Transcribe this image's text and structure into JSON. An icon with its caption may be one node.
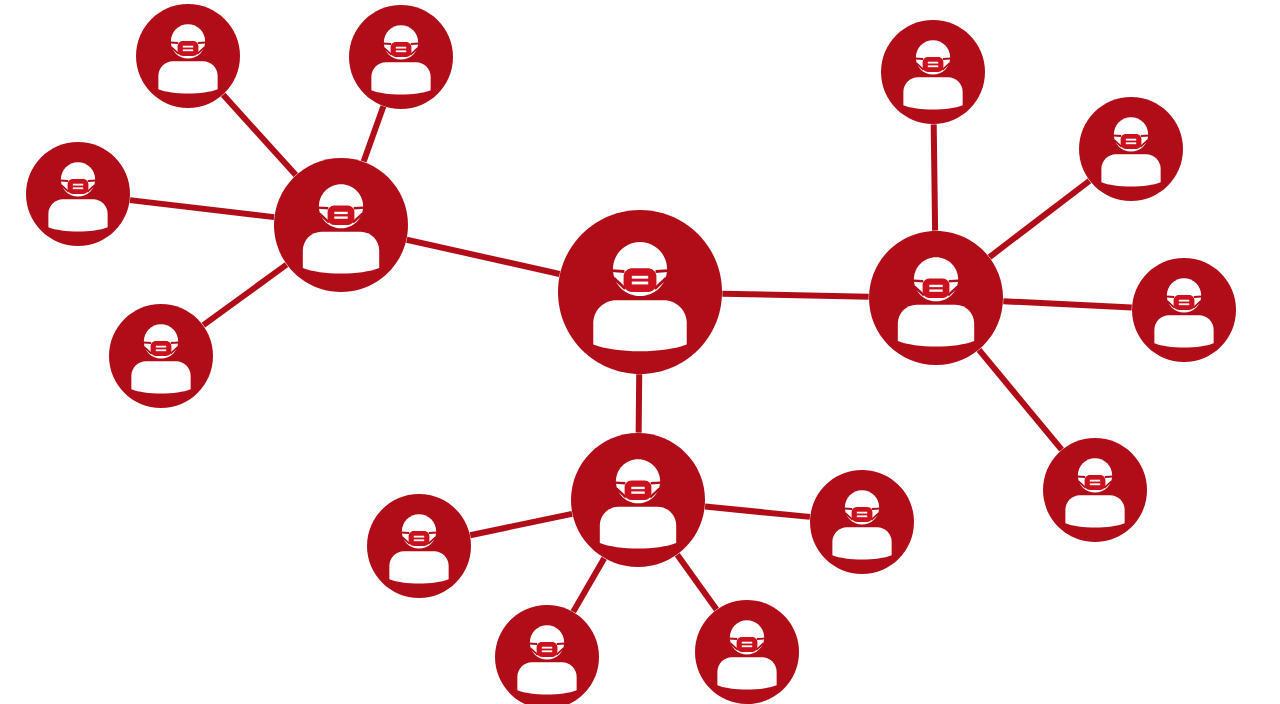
{
  "diagram": {
    "nodes": [
      {
        "text": [],
        "shape": "person"
      },
      {
        "text": [],
        "shape": "person"
      },
      {
        "text": [],
        "shape": "person"
      },
      {
        "text": [],
        "shape": "person"
      },
      {
        "text": [],
        "shape": "person"
      },
      {
        "text": [],
        "shape": "person"
      },
      {
        "text": [],
        "shape": "person"
      },
      {
        "text": [],
        "shape": "person"
      },
      {
        "text": [],
        "shape": "person"
      },
      {
        "text": [],
        "shape": "person"
      },
      {
        "text": [],
        "shape": "person"
      },
      {
        "text": [],
        "shape": "person"
      },
      {
        "text": [],
        "shape": "person"
      },
      {
        "text": [],
        "shape": "person"
      },
      {
        "text": [],
        "shape": "person"
      },
      {
        "text": [],
        "shape": "person"
      }
    ],
    "edges": [
      {
        "from": 6,
        "to": 5,
        "arrow": "none"
      },
      {
        "from": 6,
        "to": 7,
        "arrow": "none"
      },
      {
        "from": 6,
        "to": 11,
        "arrow": "none"
      },
      {
        "from": 5,
        "to": 0,
        "arrow": "none"
      },
      {
        "from": 5,
        "to": 1,
        "arrow": "none"
      },
      {
        "from": 5,
        "to": 4,
        "arrow": "none"
      },
      {
        "from": 5,
        "to": 9,
        "arrow": "none"
      },
      {
        "from": 7,
        "to": 2,
        "arrow": "none"
      },
      {
        "from": 7,
        "to": 3,
        "arrow": "none"
      },
      {
        "from": 7,
        "to": 8,
        "arrow": "none"
      },
      {
        "from": 7,
        "to": 10,
        "arrow": "none"
      },
      {
        "from": 11,
        "to": 13,
        "arrow": "none"
      },
      {
        "from": 11,
        "to": 12,
        "arrow": "none"
      },
      {
        "from": 11,
        "to": 15,
        "arrow": "none"
      },
      {
        "from": 11,
        "to": 14,
        "arrow": "none"
      }
    ]
  }
}
